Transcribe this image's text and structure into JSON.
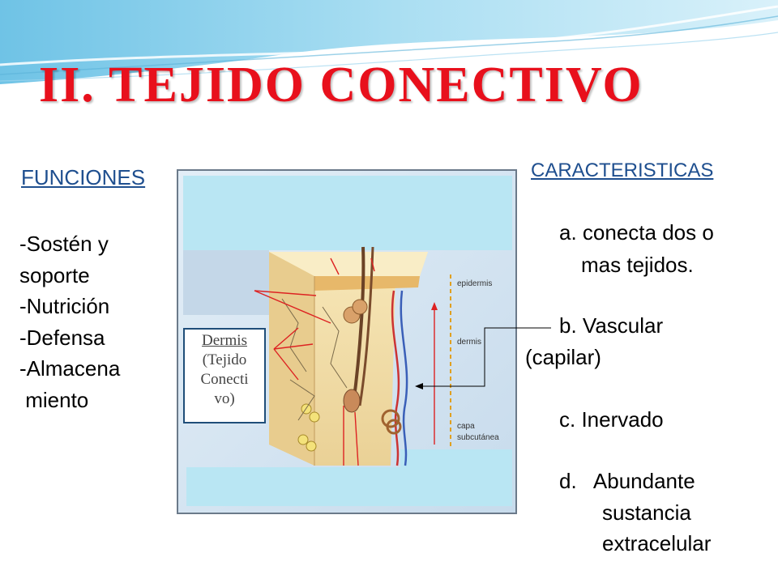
{
  "slide": {
    "title": "II. TEJIDO CONECTIVO",
    "colors": {
      "title": "#e8101c",
      "heading": "#1f4f8f",
      "label_border": "#1f4e79"
    }
  },
  "funciones": {
    "heading": "FUNCIONES",
    "lines": [
      "-Sostén  y",
      "soporte",
      "-Nutrición",
      "-Defensa",
      "-Almacena",
      " miento"
    ]
  },
  "caracteristicas": {
    "heading": "CARACTERISTICAS",
    "a_line1": "a. conecta dos o",
    "a_line2": "mas tejidos.",
    "b_line1": "b. Vascular",
    "b_line2": "(capilar)",
    "c": "c. Inervado",
    "d_line1": "d.   Abundante",
    "d_line2": "sustancia",
    "d_line3": "extracelular"
  },
  "figure": {
    "label": {
      "line1": "Dermis",
      "line2": "(Tejido",
      "line3": "Conecti",
      "line4": "vo)"
    },
    "layers": {
      "epidermis": "epidermis",
      "dermis": "dermis",
      "capa1": "capa",
      "capa2": "subcutánea"
    }
  }
}
